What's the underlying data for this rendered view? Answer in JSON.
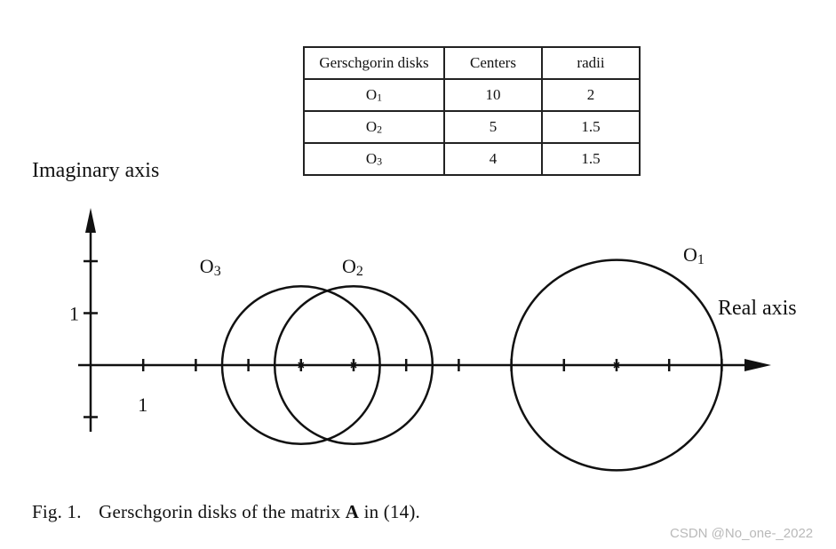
{
  "table": {
    "headers": [
      "Gerschgorin disks",
      "Centers",
      "radii"
    ],
    "rows": [
      {
        "disk": "O",
        "sub": "1",
        "center": "10",
        "radius": "2"
      },
      {
        "disk": "O",
        "sub": "2",
        "center": "5",
        "radius": "1.5"
      },
      {
        "disk": "O",
        "sub": "3",
        "center": "4",
        "radius": "1.5"
      }
    ]
  },
  "chart_data": {
    "type": "scatter",
    "xlabel": "Real axis",
    "ylabel": "Imaginary axis",
    "tick_labels": {
      "x": "1",
      "y": "1"
    },
    "disks": [
      {
        "name": "O1",
        "center": [
          10,
          0
        ],
        "radius": 2
      },
      {
        "name": "O2",
        "center": [
          5,
          0
        ],
        "radius": 1.5
      },
      {
        "name": "O3",
        "center": [
          4,
          0
        ],
        "radius": 1.5
      }
    ]
  },
  "caption": {
    "fig_label": "Fig. 1.",
    "text_before": "Gerschgorin disks of the matrix",
    "matrix": "A",
    "text_after": "in (14)."
  },
  "watermark": "CSDN @No_one-_2022",
  "colors": {
    "ink": "#111111",
    "watermark": "#b9b9b9"
  }
}
